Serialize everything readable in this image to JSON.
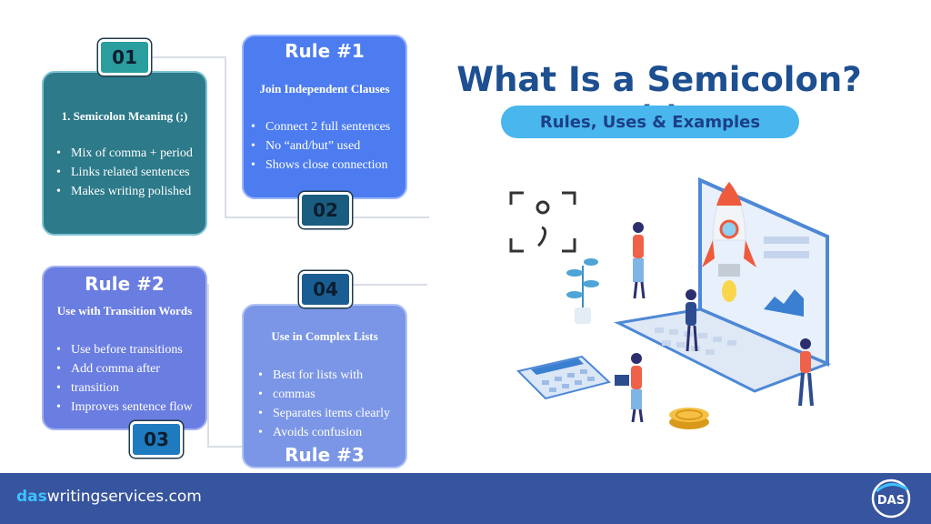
{
  "title": "What Is a Semicolon? (;)",
  "subtitle": "Rules, Uses & Examples",
  "cards": {
    "c1": {
      "number": "01",
      "heading": "1. Semicolon Meaning (;)",
      "items": [
        "Mix of comma + period",
        "Links related sentences",
        "Makes writing polished"
      ]
    },
    "c2": {
      "rule": "Rule #1",
      "number": "02",
      "heading": "Join Independent Clauses",
      "items": [
        "Connect 2 full sentences",
        "No “and/but” used",
        "Shows close connection"
      ]
    },
    "c3": {
      "rule": "Rule #2",
      "number": "03",
      "heading": "Use with Transition Words",
      "items": [
        "Use before transitions",
        "Add comma after",
        "transition",
        "Improves sentence flow"
      ]
    },
    "c4": {
      "rule": "Rule #3",
      "number": "04",
      "heading": "Use in Complex Lists",
      "items": [
        "Best for lists with",
        "commas",
        "Separates items clearly",
        "Avoids confusion"
      ]
    }
  },
  "footer": {
    "brand_prefix": "das",
    "brand_rest": "writingservices.com",
    "logo_text": "DAS"
  },
  "colors": {
    "card1": "#2c7a8a",
    "card2": "#4d7cf0",
    "card3": "#6a7de0",
    "card4": "#7b96e6",
    "title": "#1d4f91",
    "subtitle_bg": "#49b6ee",
    "footer": "#37549e",
    "brand_accent": "#3ec1ff"
  },
  "icons": [
    "semicolon-frame-icon",
    "rocket-icon",
    "laptop-icon",
    "plant-icon",
    "calculator-icon",
    "coin-icon"
  ]
}
